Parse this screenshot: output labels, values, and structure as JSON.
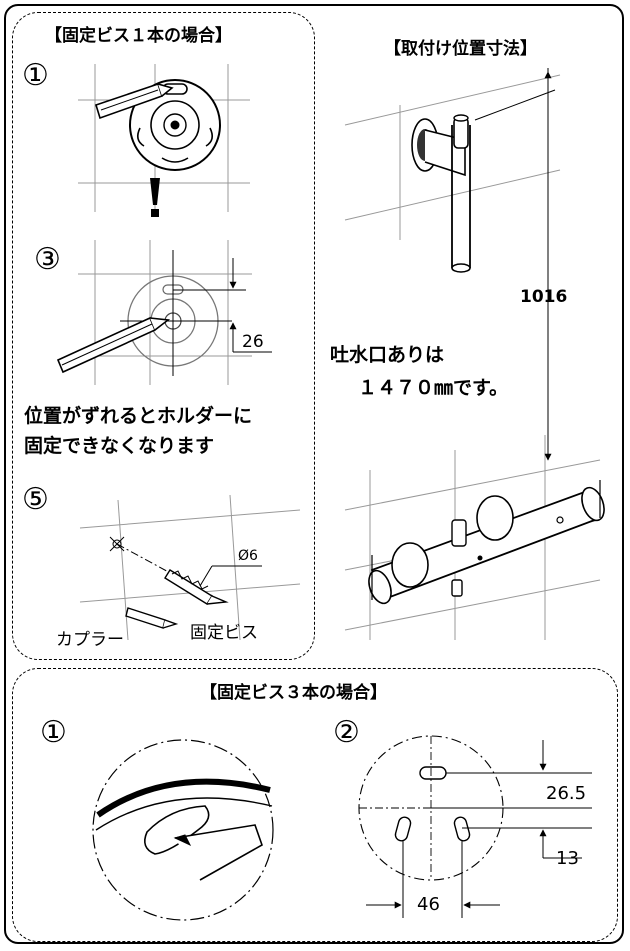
{
  "section_single": {
    "title": "【固定ビス１本の場合】",
    "step1": "①",
    "step3": "③",
    "dim_26": "26",
    "warning_line1": "位置がずれるとホルダーに",
    "warning_line2": "固定できなくなります",
    "step5": "⑤",
    "dim_diameter": "Ø6",
    "label_coupler": "カプラー",
    "label_screw": "固定ビス"
  },
  "section_position": {
    "title": "【取付け位置寸法】",
    "dim_1016": "1016",
    "note_line1": "吐水口ありは",
    "note_line2": "１４７０㎜です。"
  },
  "section_triple": {
    "title": "【固定ビス３本の場合】",
    "step1": "①",
    "step2": "②",
    "dim_26_5": "26.5",
    "dim_13": "13",
    "dim_46": "46"
  }
}
